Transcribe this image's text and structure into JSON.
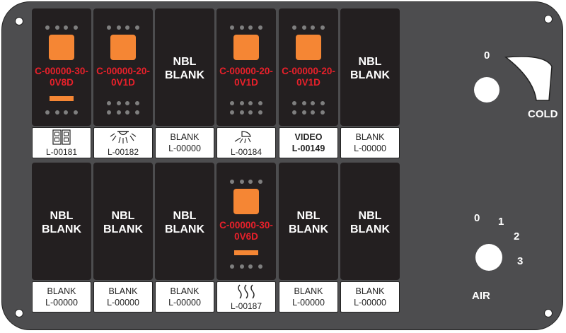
{
  "switches": [
    {
      "type": "rocker",
      "code": [
        "C-00000-30-",
        "0V8D"
      ],
      "has_bar": true
    },
    {
      "type": "rocker",
      "code": [
        "C-00000-20-",
        "0V1D"
      ],
      "has_bar": false
    },
    {
      "type": "blank",
      "text": [
        "NBL",
        "BLANK"
      ]
    },
    {
      "type": "rocker",
      "code": [
        "C-00000-20-",
        "0V1D"
      ],
      "has_bar": false
    },
    {
      "type": "rocker",
      "code": [
        "C-00000-20-",
        "0V1D"
      ],
      "has_bar": false
    },
    {
      "type": "blank",
      "text": [
        "NBL",
        "BLANK"
      ]
    },
    {
      "type": "blank",
      "text": [
        "NBL",
        "BLANK"
      ]
    },
    {
      "type": "blank",
      "text": [
        "NBL",
        "BLANK"
      ]
    },
    {
      "type": "blank",
      "text": [
        "NBL",
        "BLANK"
      ]
    },
    {
      "type": "rocker",
      "code": [
        "C-00000-30-",
        "0V6D"
      ],
      "has_bar": true
    },
    {
      "type": "blank",
      "text": [
        "NBL",
        "BLANK"
      ]
    },
    {
      "type": "blank",
      "text": [
        "NBL",
        "BLANK"
      ]
    }
  ],
  "labels": [
    {
      "icon": "dual-lamp-icon",
      "code": "L-00181"
    },
    {
      "icon": "sun-rays-icon",
      "code": "L-00182"
    },
    {
      "title": "BLANK",
      "code": "L-00000"
    },
    {
      "icon": "dome-light-icon",
      "code": "L-00184"
    },
    {
      "title": "VIDEO",
      "code": "L-00149",
      "bold": true
    },
    {
      "title": "BLANK",
      "code": "L-00000"
    },
    {
      "title": "BLANK",
      "code": "L-00000"
    },
    {
      "title": "BLANK",
      "code": "L-00000"
    },
    {
      "title": "BLANK",
      "code": "L-00000"
    },
    {
      "icon": "heat-waves-icon",
      "code": "L-00187"
    },
    {
      "title": "BLANK",
      "code": "L-00000"
    },
    {
      "title": "BLANK",
      "code": "L-00000"
    }
  ],
  "temp_control": {
    "zero": "0",
    "cold": "COLD"
  },
  "air_control": {
    "positions": [
      "0",
      "1",
      "2",
      "3"
    ],
    "label": "AIR"
  }
}
